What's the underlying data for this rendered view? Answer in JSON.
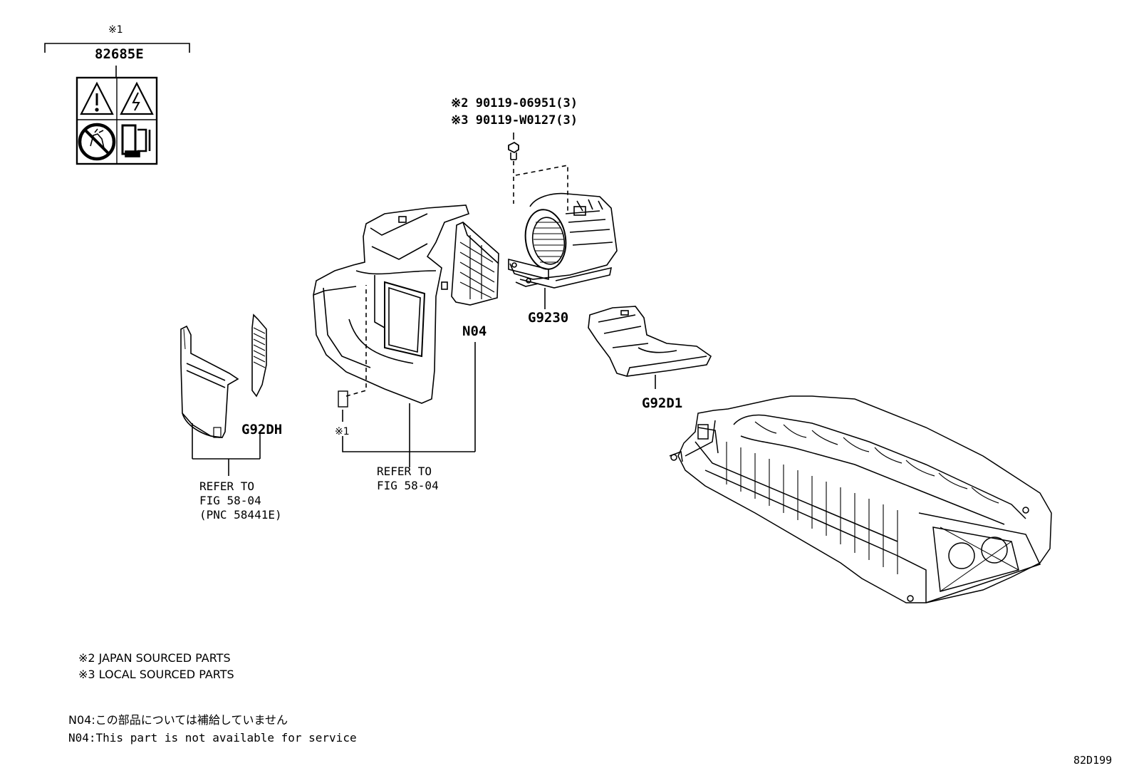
{
  "labels": {
    "mark1_top": "※1",
    "p82685E": "82685E",
    "bolt_line1": "※2 90119-06951(3)",
    "bolt_line2": "※3 90119-W0127(3)",
    "pN04": "N04",
    "pG9230": "G9230",
    "pG92D1": "G92D1",
    "pG92DH": "G92DH",
    "mark1_small": "※1",
    "ref_left_1": "REFER TO",
    "ref_left_2": "FIG 58-04",
    "ref_left_3": "(PNC 58441E)",
    "ref_mid_1": "REFER TO",
    "ref_mid_2": "FIG 58-04"
  },
  "notes": {
    "japan": "※2 JAPAN SOURCED PARTS",
    "local": "※3 LOCAL SOURCED PARTS",
    "n04_jp": "N04:この部品については補給していません",
    "n04_en": "N04:This part is not available for service"
  },
  "figure_id": "82D199",
  "icons": [
    "warning-triangle-icon",
    "high-voltage-icon",
    "no-touch-icon",
    "manual-reference-icon"
  ]
}
